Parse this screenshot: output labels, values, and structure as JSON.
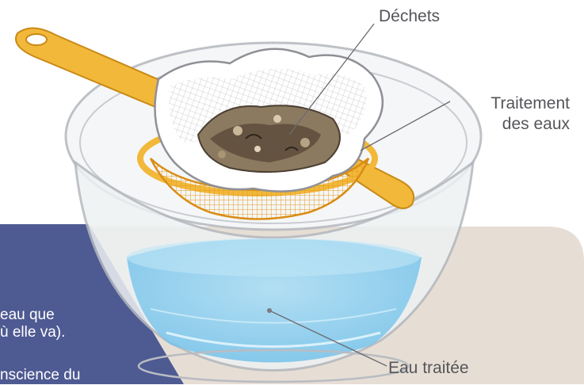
{
  "labels": {
    "waste": "Déchets",
    "treatment_line1": "Traitement",
    "treatment_line2": "des eaux",
    "treated_water": "Eau traitée"
  },
  "side_panel": {
    "line1": "eau que",
    "line2": "ù elle va).",
    "line3": "nscience du"
  },
  "colors": {
    "side_panel": "#4e5a92",
    "beige_panel": "#e6ded4",
    "handle": "#f2b83a",
    "water": "#8fd0ef",
    "label_text": "#55555a"
  }
}
